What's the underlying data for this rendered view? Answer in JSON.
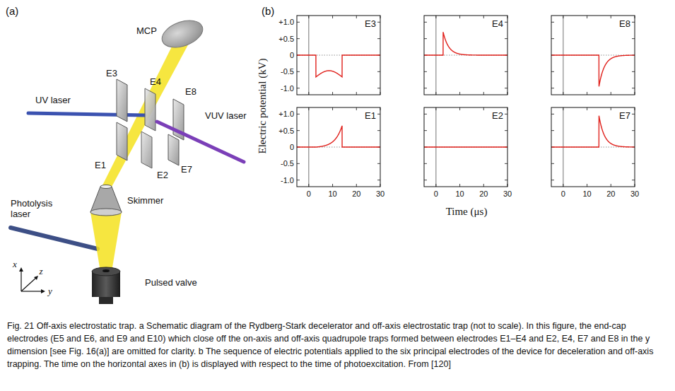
{
  "diagram": {
    "caption": "Fig. 21 Off-axis electrostatic trap. a Schematic diagram of the Rydberg-Stark decelerator and off-axis electrostatic trap (not to scale). In this figure, the end-cap electrodes (E5 and E6, and E9 and E10) which close off the on-axis and off-axis quadrupole traps formed between electrodes E1–E4 and E2, E4, E7 and E8 in the y dimension [see Fig. 16(a)] are omitted for clarity. b The sequence of electric potentials applied to the six principal electrodes of the device for deceleration and off-axis trapping. The time on the horizontal axes in (b) is displayed with respect to the time of photoexcitation. From [120]",
    "labels": [
      "(a)",
      "MCP",
      "E3",
      "E4",
      "E8",
      "UV laser",
      "VUV laser",
      "E1",
      "E2",
      "E7",
      "Skimmer",
      "Photolysis laser",
      "Pulsed valve",
      "x",
      "z",
      "y",
      "(b)",
      "Electric potential (kV)",
      "Time (μs)",
      "E3",
      "E4",
      "E8",
      "E1",
      "E2",
      "E7",
      "+1.0",
      "+0.5",
      "0",
      "-0.5",
      "-1.0",
      "+1.0",
      "+0.5",
      "0",
      "-0.5",
      "-1.0",
      "0",
      "10",
      "20",
      "30",
      "0",
      "10",
      "20",
      "30",
      "0",
      "10",
      "20",
      "30"
    ]
  }
}
